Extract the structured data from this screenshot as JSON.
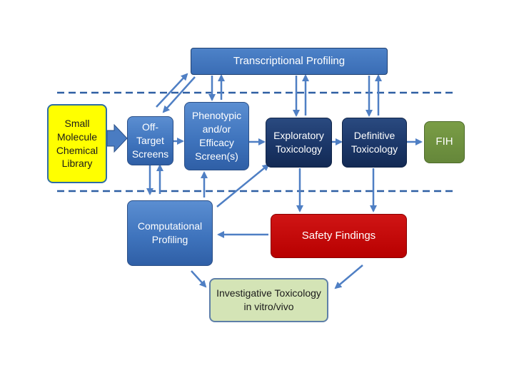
{
  "nodes": {
    "transcriptional_profiling": "Transcriptional Profiling",
    "small_molecule_library": "Small\nMolecule\nChemical\nLibrary",
    "off_target_screens": "Off-\nTarget\nScreens",
    "phenotypic_efficacy_screens": "Phenotypic\nand/or\nEfficacy\nScreen(s)",
    "exploratory_toxicology": "Exploratory\nToxicology",
    "definitive_toxicology": "Definitive\nToxicology",
    "fih": "FIH",
    "computational_profiling": "Computational\nProfiling",
    "safety_findings": "Safety Findings",
    "investigative_toxicology": "Investigative Toxicology\nin vitro/vivo"
  },
  "colors": {
    "arrow": "#4f7fc4",
    "dash_line": "#2e5fa3",
    "library_fill": "#ffff00",
    "safety_fill": "#c00000",
    "fih_fill": "#6e8f3e",
    "investigative_fill": "#d4e4b6",
    "navy_fill": "#1a3566"
  }
}
